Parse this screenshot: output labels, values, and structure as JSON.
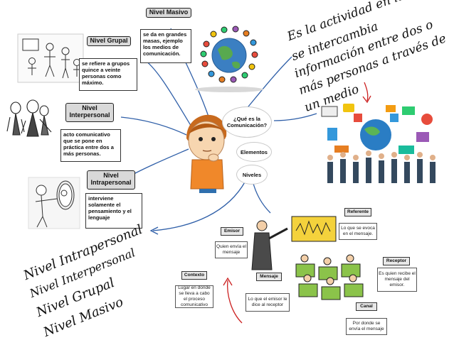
{
  "nodes": {
    "masivo": {
      "title": "Nivel Masivo",
      "desc": "se da en grandes masas, ejemplo los medios de comunicación."
    },
    "grupal": {
      "title": "Nivel Grupal",
      "desc": "se refiere a grupos quince a veinte personas como máximo."
    },
    "interpersonal": {
      "title": "Nivel Interpersonal",
      "desc": "acto comunicativo que se pone en práctica entre dos a más personas."
    },
    "intrapersonal": {
      "title": "Nivel Intrapersonal",
      "desc": "interviene solamente el pensamiento y el lenguaje"
    }
  },
  "bubbles": {
    "question": "¿Qué es la Comunicación?",
    "elementos": "Elementos",
    "niveles": "Niveles"
  },
  "definition": {
    "lines": [
      "Es la actividad en la cual",
      "se intercambia",
      "información entre dos o",
      "más personas a través de",
      "un medio"
    ]
  },
  "levels_list": [
    "Nivel Intrapersonal",
    "Nivel Interpersonal",
    "Nivel Grupal",
    "Nivel Masivo"
  ],
  "scheme": {
    "referente": {
      "label": "Referente",
      "desc": "Lo que se evoca en el mensaje."
    },
    "emisor": {
      "label": "Emisor",
      "desc": "Quien envía el mensaje"
    },
    "mensaje": {
      "label": "Mensaje",
      "desc": "Lo que el emisor le dice al receptor"
    },
    "receptor": {
      "label": "Receptor",
      "desc": "Es quien recibe el mensaje del emisor."
    },
    "canal": {
      "label": "Canal",
      "desc": "Por donde se envía el mensaje"
    },
    "contexto": {
      "label": "Contexto",
      "desc": "Lugar en donde se lleva a cabo el proceso comunicativo"
    }
  },
  "colors": {
    "connector": "#2f5fa8",
    "arrow_red": "#cc2222",
    "header_fill": "#d9d9d9",
    "hair": "#c86a1e",
    "shirt": "#f0882a"
  }
}
